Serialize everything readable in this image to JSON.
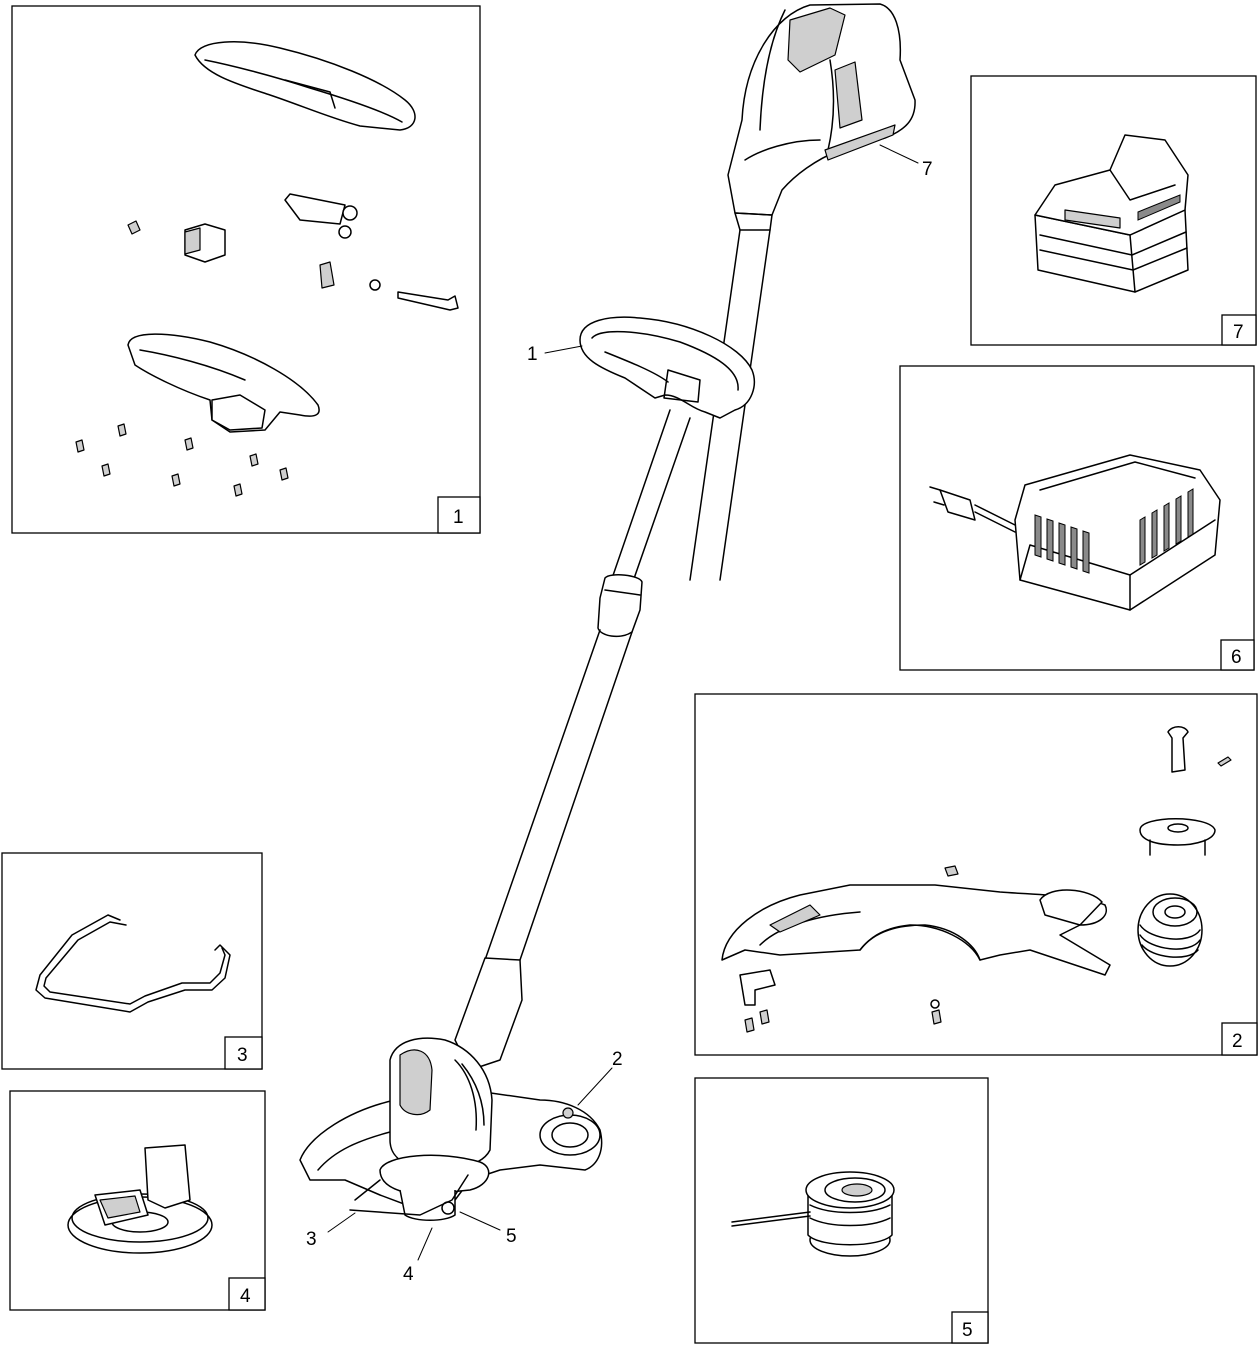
{
  "diagram": {
    "callouts": {
      "handle": "1",
      "guard": "2",
      "edge_guide": "3",
      "spool_cover": "4",
      "spool": "5",
      "battery": "7"
    },
    "panels": {
      "auxiliary_handle_kit": "1",
      "guard_kit": "2",
      "edge_guide": "3",
      "spool_cover": "4",
      "spool_and_line": "5",
      "charger": "6",
      "battery": "7"
    }
  }
}
